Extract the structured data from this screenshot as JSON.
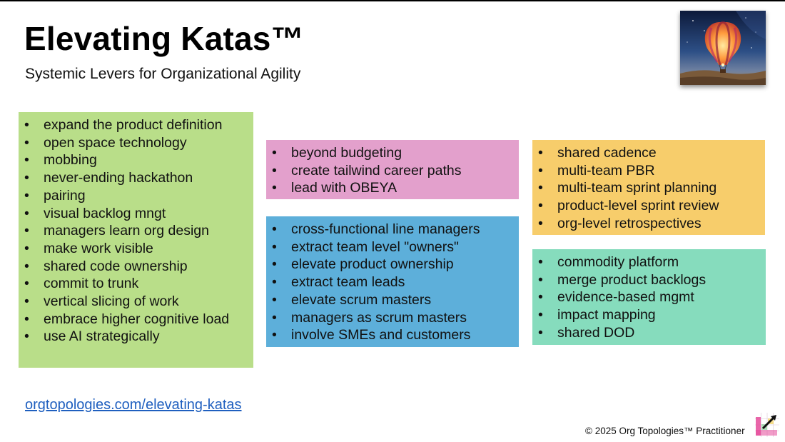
{
  "header": {
    "title": "Elevating Katas™",
    "subtitle": "Systemic Levers for Organizational Agility"
  },
  "colors": {
    "green": "#b9de89",
    "pink": "#e3a0cc",
    "blue": "#5dafda",
    "orange": "#f7cd6b",
    "teal": "#86dcbd",
    "link": "#1f5fbf"
  },
  "boxes": {
    "green": {
      "items": [
        "expand the product definition",
        "open space technology",
        "mobbing",
        "never-ending hackathon",
        "pairing",
        "visual backlog mngt",
        "managers learn org design",
        "make work visible",
        "shared code ownership",
        "commit to trunk",
        "vertical slicing of work",
        "embrace higher cognitive load",
        "use AI strategically"
      ]
    },
    "pink": {
      "items": [
        "beyond budgeting",
        "create tailwind career paths",
        "lead with OBEYA"
      ]
    },
    "blue": {
      "items": [
        "cross-functional line managers",
        "extract team level \"owners\"",
        "elevate product ownership",
        "extract team leads",
        "elevate scrum masters",
        "managers as scrum masters",
        "involve SMEs and customers"
      ]
    },
    "orange": {
      "items": [
        "shared cadence",
        "multi-team PBR",
        "multi-team sprint planning",
        "product-level sprint review",
        "org-level retrospectives"
      ]
    },
    "teal": {
      "items": [
        "commodity platform",
        "merge product backlogs",
        "evidence-based mgmt",
        "impact mapping",
        "shared DOD"
      ]
    }
  },
  "link": {
    "text": "orgtopologies.com/elevating-katas"
  },
  "footer": {
    "copyright": "© 2025 Org Topologies™ Practitioner"
  },
  "icons": {
    "photo": "hot-air-balloon-photo",
    "logo": "org-topologies-logo"
  }
}
